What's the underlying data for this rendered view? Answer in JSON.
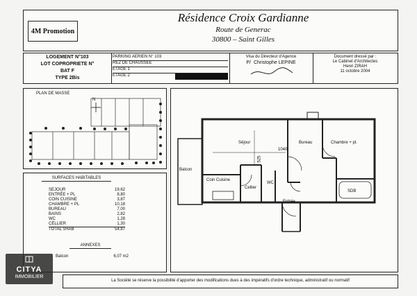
{
  "header": {
    "brand": "4M Promotion",
    "residence": "Résidence  Croix  Gardianne",
    "route": "Route de Generac",
    "city": "30800 – Saint Gilles"
  },
  "info": {
    "logement": "LOGEMENT N°103",
    "lot": "LOT COPROPRIETE N°",
    "bat": "BAT F",
    "type": "TYPE 2Bis",
    "parking": "PARKING AERIEN N° 103",
    "floor_rows": [
      "REZ DE CHAUSSEE",
      "ETAGE 1",
      "ETAGE 2"
    ],
    "visa_label": "Visa du Directeur d'Agence",
    "director": "Christophe LEPINE",
    "director_prefix": "P/",
    "doc_label": "Document dressé par :",
    "cabinet": "Le Cabinet d'Architectes",
    "architect": "Henri ZIRAH",
    "date": "11 octobre 2004"
  },
  "plan_masse": {
    "title": "PLAN DE MASSE",
    "north": "N"
  },
  "surfaces": {
    "title": "SURFACES HABITABLES",
    "rows": [
      {
        "label": "SEJOUR",
        "value": "19,62"
      },
      {
        "label": "ENTRÉE + PL",
        "value": "8,80"
      },
      {
        "label": "COIN CUISINE",
        "value": "3,87"
      },
      {
        "label": "CHAMBRE + PL",
        "value": "10,18"
      },
      {
        "label": "BUREAU",
        "value": "7,00"
      },
      {
        "label": "BAINS",
        "value": "2,82"
      },
      {
        "label": "WC",
        "value": "1,28"
      },
      {
        "label": "CÉLLIER",
        "value": "1,30"
      }
    ],
    "total_label": "TOTAL SHAB",
    "total_value": "54,87"
  },
  "annexes": {
    "title": "ANNEXES",
    "rows": [
      {
        "label": "Balcon",
        "value": "6,07 m2"
      }
    ]
  },
  "floorplan": {
    "rooms": {
      "sejour": "Séjour",
      "bureau": "Bureau",
      "chambre": "Chambre + pl.",
      "balcon": "Balcon",
      "cuisine": "Coin Cuisine",
      "cellier": "Cellier",
      "wc": "WC",
      "sdb": "SDB",
      "entree": "Entrée"
    },
    "dimension": "1040",
    "dimension_v": "525"
  },
  "footer": {
    "disclaimer": "La Société se réserve la possibilité d'apporter des modifications dues à des impératifs d'ordre technique, administratif ou normatif"
  },
  "watermark": {
    "name": "CITYA",
    "sub": "IMMOBILIER"
  }
}
